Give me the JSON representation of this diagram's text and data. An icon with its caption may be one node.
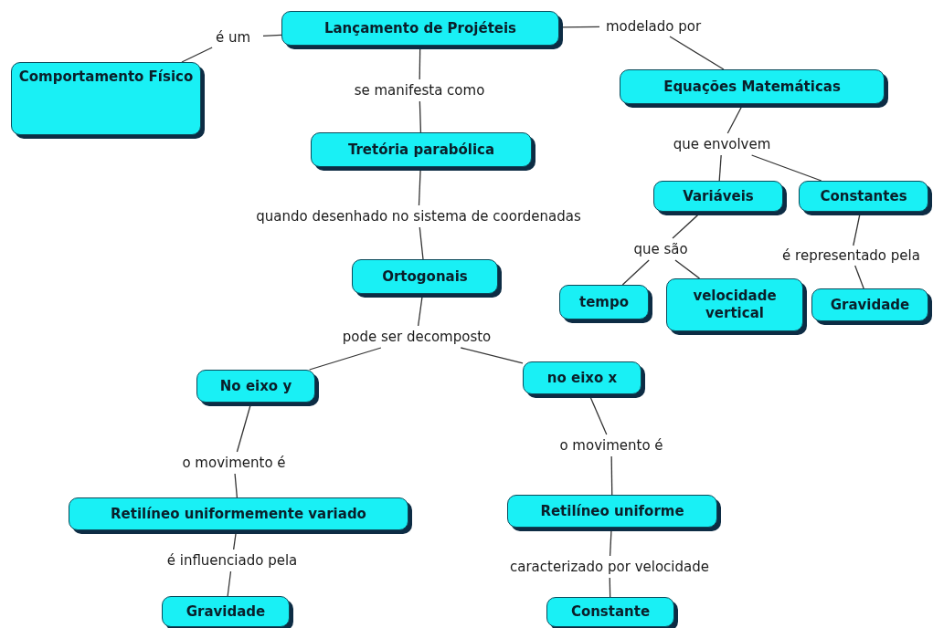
{
  "diagram": {
    "nodes": [
      {
        "text": [
          "Lançamento de Projéteis"
        ]
      },
      {
        "text": [
          "é um"
        ]
      },
      {
        "text": [
          "modelado por"
        ]
      },
      {
        "text": [
          "Comportamento Físico"
        ]
      },
      {
        "text": [
          "se manifesta como"
        ]
      },
      {
        "text": [
          "Equações Matemáticas"
        ]
      },
      {
        "text": [
          "Tretória parabólica"
        ]
      },
      {
        "text": [
          "que envolvem"
        ]
      },
      {
        "text": [
          "quando desenhado no sistema de coordenadas"
        ]
      },
      {
        "text": [
          "Variáveis"
        ]
      },
      {
        "text": [
          "Constantes"
        ]
      },
      {
        "text": [
          "que são"
        ]
      },
      {
        "text": [
          "é representado pela"
        ]
      },
      {
        "text": [
          "Ortogonais"
        ]
      },
      {
        "text": [
          "tempo"
        ]
      },
      {
        "text": [
          "velocidade vertical"
        ]
      },
      {
        "text": [
          "Gravidade"
        ]
      },
      {
        "text": [
          "pode ser decomposto"
        ]
      },
      {
        "text": [
          "No eixo y"
        ]
      },
      {
        "text": [
          "no eixo x"
        ]
      },
      {
        "text": [
          "o movimento é"
        ]
      },
      {
        "text": [
          "o movimento é"
        ]
      },
      {
        "text": [
          "Retilíneo uniformemente variado"
        ]
      },
      {
        "text": [
          "Retilíneo uniforme"
        ]
      },
      {
        "text": [
          "é influenciado pela"
        ]
      },
      {
        "text": [
          "caracterizado por velocidade"
        ]
      },
      {
        "text": [
          "Gravidade"
        ]
      },
      {
        "text": [
          "Constante"
        ]
      }
    ],
    "edges": [
      {
        "from": 0,
        "to": 1,
        "arrow": "none"
      },
      {
        "from": 1,
        "to": 3,
        "arrow": "none"
      },
      {
        "from": 0,
        "to": 2,
        "arrow": "none"
      },
      {
        "from": 2,
        "to": 5,
        "arrow": "none"
      },
      {
        "from": 0,
        "to": 4,
        "arrow": "none"
      },
      {
        "from": 4,
        "to": 6,
        "arrow": "none"
      },
      {
        "from": 5,
        "to": 7,
        "arrow": "none"
      },
      {
        "from": 7,
        "to": 9,
        "arrow": "none"
      },
      {
        "from": 7,
        "to": 10,
        "arrow": "none"
      },
      {
        "from": 6,
        "to": 8,
        "arrow": "none"
      },
      {
        "from": 8,
        "to": 13,
        "arrow": "none"
      },
      {
        "from": 9,
        "to": 11,
        "arrow": "none"
      },
      {
        "from": 11,
        "to": 14,
        "arrow": "none"
      },
      {
        "from": 11,
        "to": 15,
        "arrow": "none"
      },
      {
        "from": 10,
        "to": 12,
        "arrow": "none"
      },
      {
        "from": 12,
        "to": 16,
        "arrow": "none"
      },
      {
        "from": 13,
        "to": 17,
        "arrow": "none"
      },
      {
        "from": 17,
        "to": 18,
        "arrow": "none"
      },
      {
        "from": 17,
        "to": 19,
        "arrow": "none"
      },
      {
        "from": 18,
        "to": 20,
        "arrow": "none"
      },
      {
        "from": 20,
        "to": 22,
        "arrow": "none"
      },
      {
        "from": 19,
        "to": 21,
        "arrow": "none"
      },
      {
        "from": 21,
        "to": 23,
        "arrow": "none"
      },
      {
        "from": 22,
        "to": 24,
        "arrow": "none"
      },
      {
        "from": 24,
        "to": 26,
        "arrow": "none"
      },
      {
        "from": 23,
        "to": 25,
        "arrow": "none"
      },
      {
        "from": 25,
        "to": 27,
        "arrow": "none"
      }
    ]
  }
}
